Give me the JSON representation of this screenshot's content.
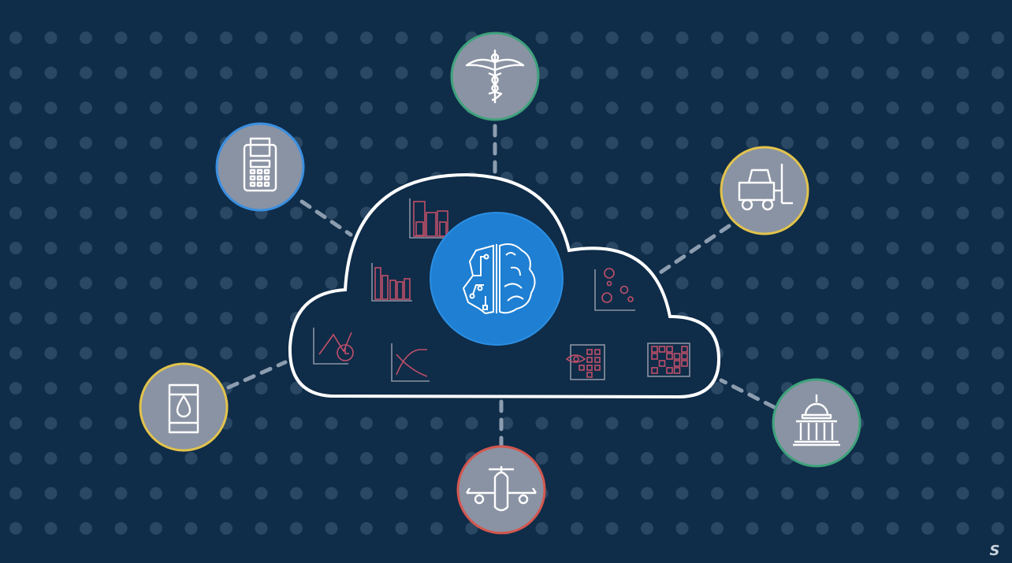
{
  "colors": {
    "background": "#0f2c48",
    "dot": "#2a4763",
    "node_fill": "#8a93a3",
    "connector": "#8c9db0",
    "cloud_stroke": "#ffffff",
    "brain_fill": "#1f7fd2",
    "chart_icon": "#c0506a",
    "chart_icon_axis": "#8a93a3"
  },
  "center": {
    "icon": "brain-circuit-icon"
  },
  "cloud_icons": [
    "bar-chart-icon",
    "bar-chart-small-icon",
    "line-chart-clock-icon",
    "crossing-curves-icon",
    "bubble-chart-icon",
    "heatmap-eye-icon",
    "heatmap-grid-icon"
  ],
  "nodes": [
    {
      "id": "healthcare",
      "icon": "caduceus-icon",
      "ring": "#3ea27c"
    },
    {
      "id": "retail",
      "icon": "payment-terminal-icon",
      "ring": "#3b8fe0"
    },
    {
      "id": "logistics",
      "icon": "forklift-icon",
      "ring": "#e2c34b"
    },
    {
      "id": "energy",
      "icon": "oil-barrel-icon",
      "ring": "#e2c34b"
    },
    {
      "id": "government",
      "icon": "capitol-building-icon",
      "ring": "#3ea27c"
    },
    {
      "id": "aviation",
      "icon": "airplane-icon",
      "ring": "#d4574f"
    }
  ],
  "logo": {
    "text": "S",
    "icon": "brand-logo-icon"
  }
}
